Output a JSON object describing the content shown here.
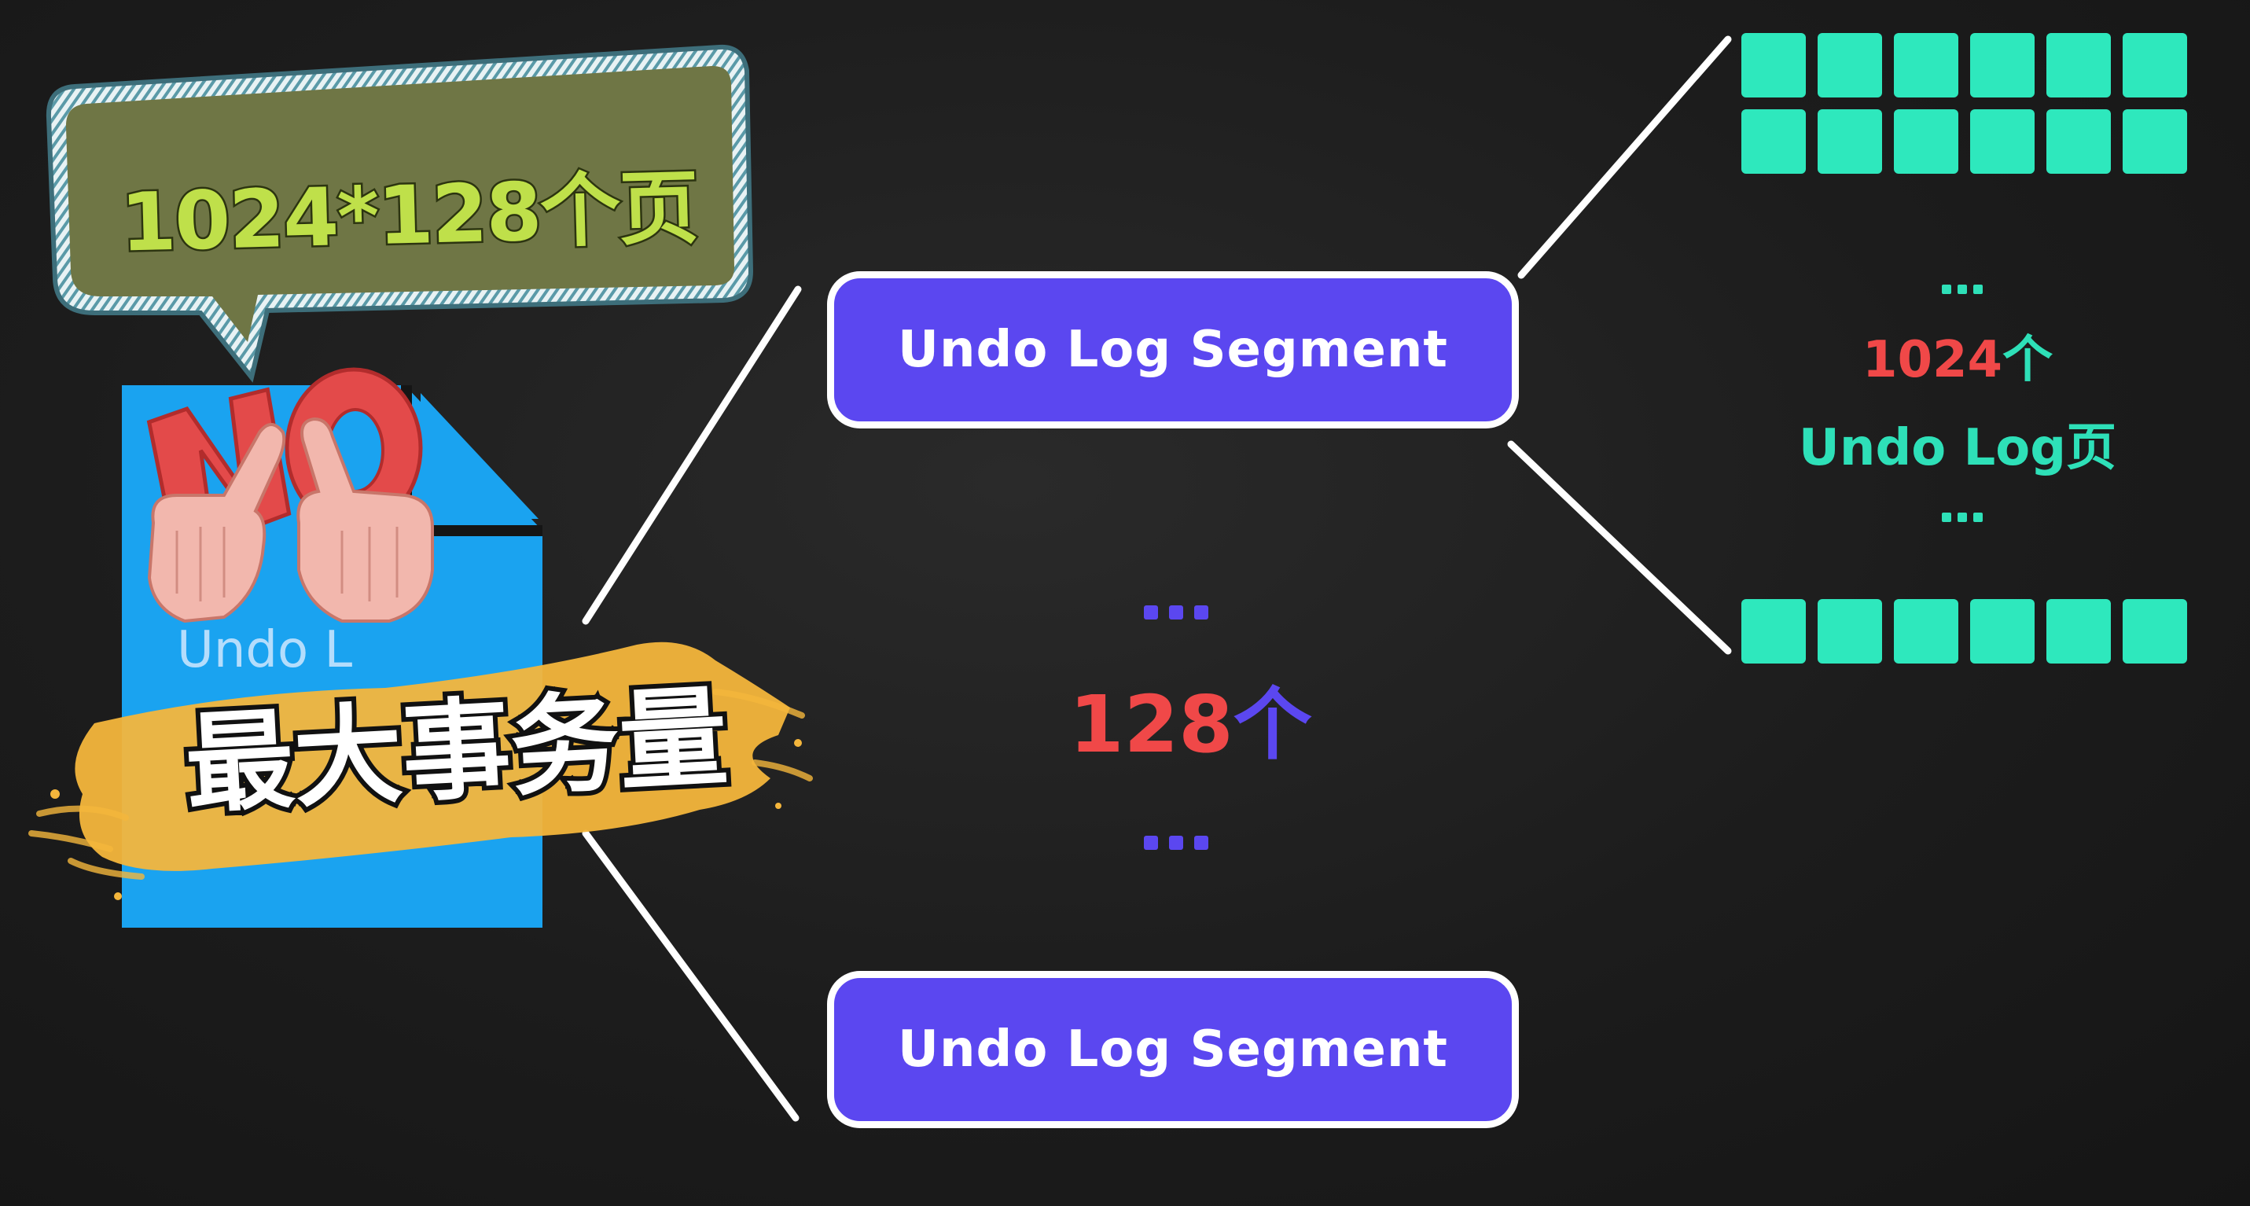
{
  "bubble": {
    "text": "1024*128个页"
  },
  "file_icon": {
    "partial_label": "Undo L"
  },
  "stamp": {
    "text": "NO"
  },
  "banner": {
    "text": "最大事务量"
  },
  "segments": {
    "top_label": "Undo Log Segment",
    "bottom_label": "Undo Log Segment",
    "count_number": "128",
    "count_unit": "个",
    "ellipsis": "..."
  },
  "pages": {
    "count_number": "1024",
    "count_unit": "个",
    "label": "Undo Log页",
    "ellipsis": "...",
    "top_grid_rows": 2,
    "bottom_grid_rows": 1,
    "columns": 6
  },
  "colors": {
    "background": "#1c1c1c",
    "segment_fill": "#5b47f0",
    "page_fill": "#2ee8bd",
    "count_red": "#f04848",
    "file_blue": "#1aa3f0",
    "bubble_fill": "#6f7645",
    "bubble_text": "#bfe04a",
    "banner_yellow": "#f4b63c"
  }
}
